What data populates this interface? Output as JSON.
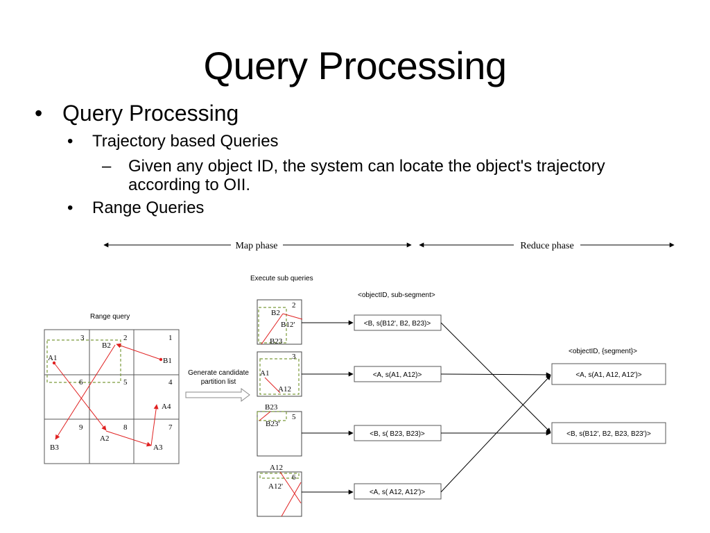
{
  "title": "Query Processing",
  "bullets": {
    "level1": "Query Processing",
    "level2_a": "Trajectory based Queries",
    "level3_a": "Given any object ID, the system can locate the object's trajectory according to OII.",
    "level2_b": "Range Queries",
    "mark1": "•",
    "mark2": "•",
    "mark3": "–"
  },
  "diagram": {
    "map_phase": "Map phase",
    "reduce_phase": "Reduce phase",
    "execute_sub_queries": "Execute sub queries",
    "range_query": "Range query",
    "generate_line1": "Generate candidate",
    "generate_line2": "partition list",
    "objectid_subsegment": "<objectID, sub-segment>",
    "objectid_segment": "<objectID, {segment}>",
    "grid_cells": [
      "3",
      "2",
      "1",
      "6",
      "5",
      "4",
      "9",
      "8",
      "7"
    ],
    "grid_points": {
      "a1": "A1",
      "b2": "B2",
      "b1": "B1",
      "a4": "A4",
      "a2": "A2",
      "a3": "A3",
      "b3": "B3"
    },
    "sub_boxes": {
      "p2": {
        "cell": "2",
        "l1": "B2",
        "l2": "B12'",
        "l3": "B23"
      },
      "p3": {
        "cell": "3",
        "l1": "A1",
        "l2": "A12"
      },
      "p5": {
        "cell": "5",
        "l1": "B23",
        "l2": "B23'"
      },
      "p6": {
        "cell": "6",
        "l1": "A12",
        "l2": "A12'"
      }
    },
    "map_outputs": [
      "<B, s(B12', B2, B23)>",
      "<A, s(A1, A12)>",
      "<B, s( B23, B23)>",
      "<A, s( A12, A12')>"
    ],
    "reduce_outputs": [
      "<A, s(A1, A12, A12')>",
      "<B, s(B12', B2, B23, B23')>"
    ]
  }
}
